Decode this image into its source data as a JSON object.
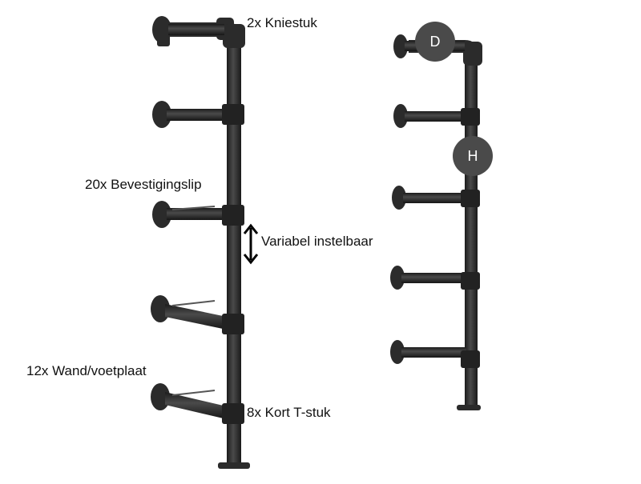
{
  "labels": {
    "elbow": "2x Kniestuk",
    "clip": "20x Bevestigingslip",
    "variable": "Variabel instelbaar",
    "plate": "12x Wand/voetplaat",
    "tee": "8x Kort T-stuk"
  },
  "badges": {
    "depth": "D",
    "height": "H"
  },
  "colors": {
    "pipe": "#2b2b2b",
    "pipe_highlight": "#4a4a4a",
    "badge": "#4a4a4a",
    "text": "#111111"
  }
}
